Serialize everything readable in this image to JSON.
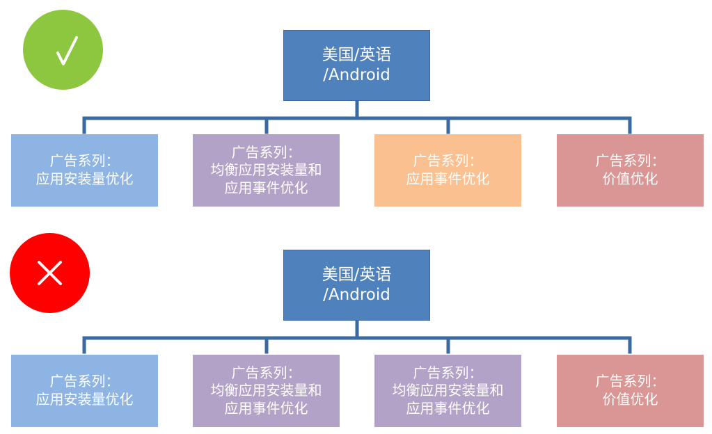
{
  "colors": {
    "root": "#4f81bd",
    "connector": "#3a6aa0",
    "blue": "#8eb4e3",
    "purple": "#b3a2c7",
    "orange": "#fac090",
    "red": "#d99694",
    "check_badge": "#8dc63f",
    "cross_badge": "#ff0000"
  },
  "diagrams": [
    {
      "verdict_icon": "check-icon",
      "root": {
        "line1": "美国/英语",
        "line2": "/Android"
      },
      "children": [
        {
          "color": "blue",
          "line1": "广告系列：",
          "line2": "应用安装量优化",
          "line3": ""
        },
        {
          "color": "purple",
          "line1": "广告系列：",
          "line2": "均衡应用安装量和",
          "line3": "应用事件优化"
        },
        {
          "color": "orange",
          "line1": "广告系列：",
          "line2": "应用事件优化",
          "line3": ""
        },
        {
          "color": "red",
          "line1": "广告系列：",
          "line2": "价值优化",
          "line3": ""
        }
      ]
    },
    {
      "verdict_icon": "cross-icon",
      "root": {
        "line1": "美国/英语",
        "line2": "/Android"
      },
      "children": [
        {
          "color": "blue",
          "line1": "广告系列：",
          "line2": "应用安装量优化",
          "line3": ""
        },
        {
          "color": "purple",
          "line1": "广告系列：",
          "line2": "均衡应用安装量和",
          "line3": "应用事件优化"
        },
        {
          "color": "purple",
          "line1": "广告系列：",
          "line2": "均衡应用安装量和",
          "line3": "应用事件优化"
        },
        {
          "color": "red",
          "line1": "广告系列：",
          "line2": "价值优化",
          "line3": ""
        }
      ]
    }
  ]
}
